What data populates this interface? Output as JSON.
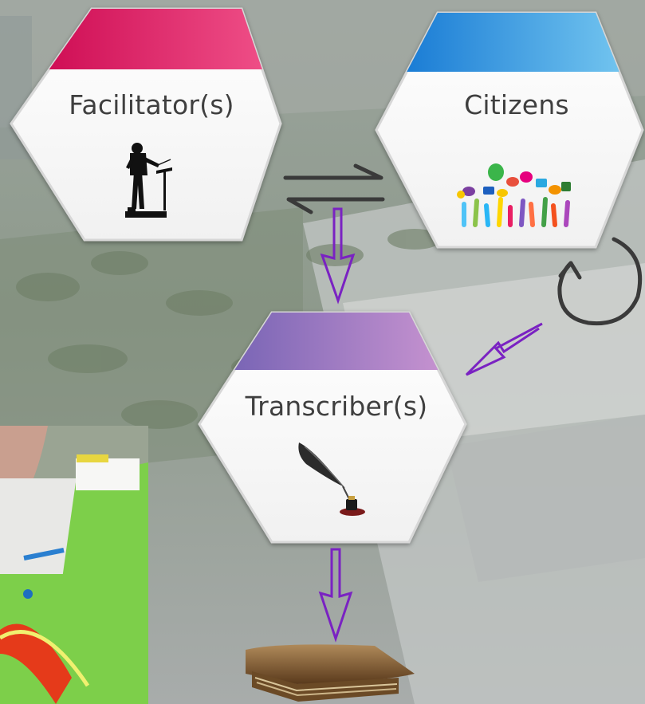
{
  "colors": {
    "facilitator_band": [
      "#c8004a",
      "#f2558c"
    ],
    "citizens_band": [
      "#0a6fd0",
      "#7fcff3"
    ],
    "transcriber_band": [
      "#6a5cb0",
      "#d39ad4"
    ],
    "flow_arrow": "#7a22c2",
    "exchange_arrow": "#3a3a3a"
  },
  "nodes": {
    "facilitator": {
      "label": "Facilitator(s)",
      "icon": "conductor-icon"
    },
    "citizens": {
      "label": "Citizens",
      "icon": "raised-hands-speech-bubbles-icon"
    },
    "transcriber": {
      "label": "Transcriber(s)",
      "icon": "quill-inkwell-icon"
    }
  },
  "output": {
    "icon": "old-book-icon"
  },
  "background": {
    "scene": "aerial-city-photo",
    "inset": "urban-planning-model-photo"
  }
}
